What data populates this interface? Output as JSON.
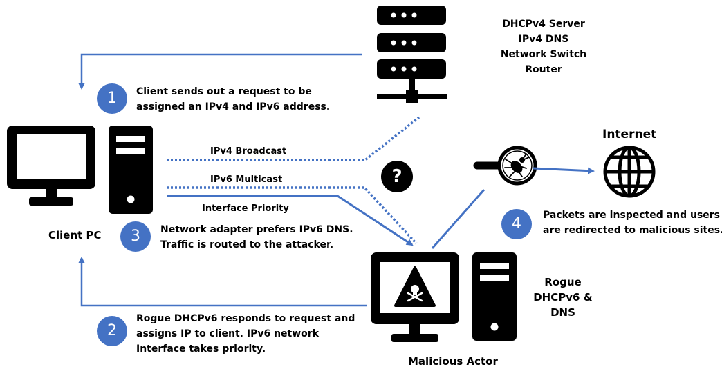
{
  "labels": {
    "server": [
      "DHCPv4 Server",
      "IPv4 DNS",
      "Network Switch",
      "Router"
    ],
    "client_pc": "Client PC",
    "malicious_actor": "Malicious Actor",
    "rogue": [
      "Rogue",
      "DHCPv6 &",
      "DNS"
    ],
    "internet": "Internet",
    "ipv4_broadcast": "IPv4 Broadcast",
    "ipv6_multicast": "IPv6 Multicast",
    "interface_priority": "Interface Priority",
    "question_mark": "?"
  },
  "steps": [
    {
      "number": "1",
      "lines": [
        "Client sends out a request to be",
        "assigned an IPv4 and IPv6 address."
      ]
    },
    {
      "number": "2",
      "lines": [
        "Rogue DHCPv6 responds to request and",
        "assigns IP to client. IPv6 network",
        "Interface takes priority."
      ]
    },
    {
      "number": "3",
      "lines": [
        "Network adapter prefers IPv6 DNS.",
        "Traffic is routed to the attacker."
      ]
    },
    {
      "number": "4",
      "lines": [
        "Packets are inspected and users",
        "are redirected to malicious sites."
      ]
    }
  ],
  "colors": {
    "accent": "#4472c4",
    "icon": "#000000"
  },
  "icons": [
    "server-rack-icon",
    "desktop-pc-icon",
    "malicious-pc-icon",
    "skull-warning-icon",
    "magnifier-bug-icon",
    "globe-icon",
    "question-icon"
  ]
}
